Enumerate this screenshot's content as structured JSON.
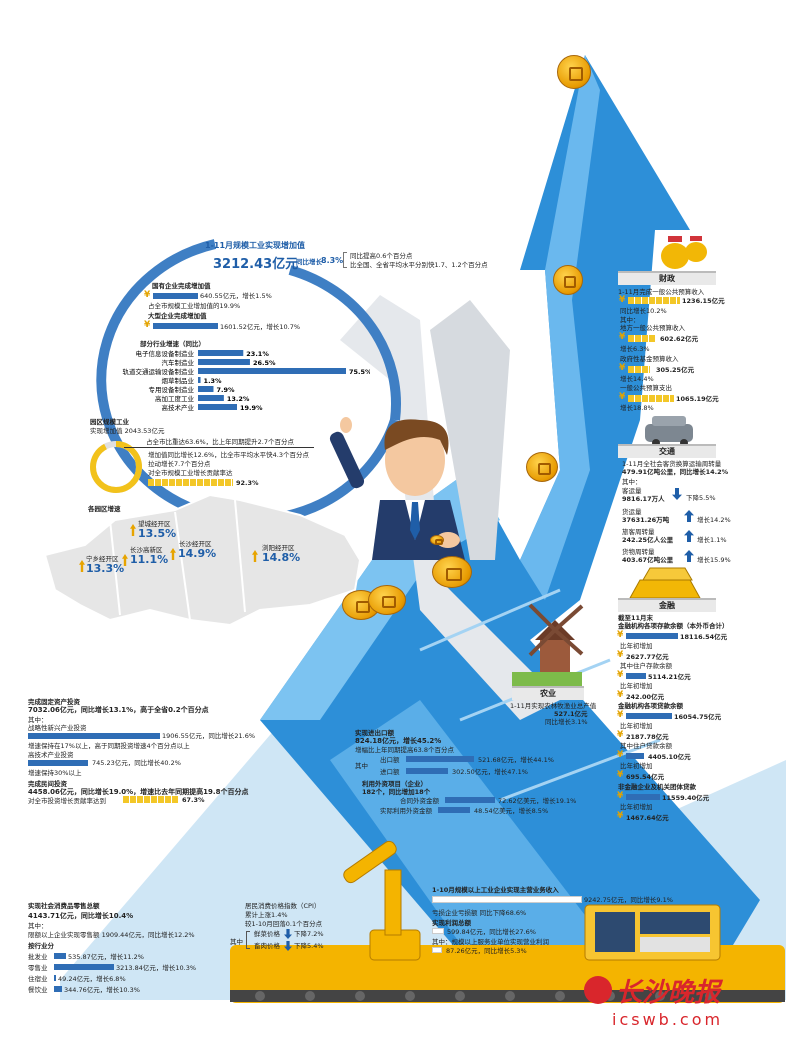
{
  "industry": {
    "title": "1-11月规模工业实现增加值",
    "value": "3212.43亿元",
    "growth_label": "同比增长",
    "growth": "8.3%",
    "note1": "同比提高0.6个百分点",
    "note2": "比全国、全省平均水平分别快1.7、1.2个百分点",
    "state_title": "国有企业完成增加值",
    "state_value": "640.55亿元，增长1.5%",
    "state_share": "占全市规模工业增加值的19.9%",
    "large_title": "大型企业完成增加值",
    "large_value": "1601.52亿元，增长10.7%"
  },
  "sector_chart": {
    "title": "部分行业增速（同比）",
    "rows": [
      {
        "label": "电子信息设备制造业",
        "value": 23.1,
        "text": "23.1%"
      },
      {
        "label": "汽车制造业",
        "value": 26.5,
        "text": "26.5%"
      },
      {
        "label": "轨道交通运输设备制造业",
        "value": 75.5,
        "text": "75.5%"
      },
      {
        "label": "烟草制品业",
        "value": 1.3,
        "text": "1.3%"
      },
      {
        "label": "专用设备制造业",
        "value": 7.9,
        "text": "7.9%"
      },
      {
        "label": "高加工度工业",
        "value": 13.2,
        "text": "13.2%"
      },
      {
        "label": "高技术产业",
        "value": 19.9,
        "text": "19.9%"
      }
    ]
  },
  "park": {
    "title": "园区规模工业",
    "value": "实现增加值 2043.53亿元",
    "share": "占全市比重达63.6%，比上年同期提升2.7个百分点",
    "growth": "增加值同比增长12.6%，比全市平均水平快4.3个百分点",
    "pull": "拉动增长7.7个百分点",
    "contrib_label": "对全市规模工业增长贡献率达",
    "contrib": "92.3%",
    "contrib_value": 92.3
  },
  "zones": {
    "title": "各园区增速",
    "items": [
      {
        "name": "望城经开区",
        "value": "13.5%"
      },
      {
        "name": "长沙高新区",
        "value": "11.1%"
      },
      {
        "name": "长沙经开区",
        "value": "14.9%"
      },
      {
        "name": "浏阳经开区",
        "value": "14.8%"
      },
      {
        "name": "宁乡经开区",
        "value": "13.3%"
      }
    ]
  },
  "finance": {
    "title": "财政",
    "l1": "1-11月完成一般公共预算收入",
    "v1": "1236.15亿元",
    "g1": "同比增长10.2%",
    "l2": "其中：",
    "l3": "地方一般公共预算收入",
    "v3": "602.62亿元",
    "g3": "增长6.3%",
    "l4": "政府性基金预算收入",
    "v4": "305.25亿元",
    "g4": "增长14.4%",
    "l5": "一般公共预算支出",
    "v5": "1065.19亿元",
    "g5": "增长18.8%"
  },
  "traffic": {
    "title": "交通",
    "l1": "1-11月全社会客货换算运输周转量",
    "l2": "479.91亿吨公里，同比增长14.2%",
    "l3": "其中：",
    "items": [
      {
        "label": "客运量",
        "value": "9816.17万人",
        "trend": "下降5.5%"
      },
      {
        "label": "货运量",
        "value": "37631.26万吨",
        "trend": "增长14.2%"
      },
      {
        "label": "旅客周转量",
        "value": "242.25亿人公里",
        "trend": "增长1.1%"
      },
      {
        "label": "货物周转量",
        "value": "403.67亿吨公里",
        "trend": "增长15.9%"
      }
    ]
  },
  "banking": {
    "title": "金融",
    "h1": "截至11月末",
    "h2": "金融机构各项存款余额（本外币合计）",
    "v1": "18116.54亿元",
    "l1": "比年初增加",
    "v2": "2627.77亿元",
    "l2": "其中住户存款余额",
    "v3": "5114.21亿元",
    "l3": "比年初增加",
    "v4": "242.00亿元",
    "h3": "金融机构各项贷款余额",
    "v5": "16054.75亿元",
    "l4": "比年初增加",
    "v6": "2187.78亿元",
    "l5": "其中住户贷款余额",
    "v7": "4405.10亿元",
    "l6": "比年初增加",
    "v8": "695.54亿元",
    "h4": "非金融企业及机关团体贷款",
    "v9": "11559.40亿元",
    "l7": "比年初增加",
    "v10": "1467.64亿元"
  },
  "agri": {
    "title": "农业",
    "l1": "1-11月实现农林牧渔业总产值",
    "v1": "527.1亿元",
    "g1": "同比增长3.1%"
  },
  "invest": {
    "h1": "完成固定资产投资",
    "l1": "7032.06亿元，同比增长13.1%，高于全省0.2个百分点",
    "l2": "其中：",
    "l3": "战略性新兴产业投资",
    "v3": "1906.55亿元，同比增长21.6%",
    "l4": "增速保持在17%以上，高于同期投资增速4个百分点以上",
    "l5": "高技术产业投资",
    "v5": "745.23亿元，同比增长40.2%",
    "l6": "增速保持30%以上",
    "h2": "完成民间投资",
    "l7": "4458.06亿元，同比增长19.0%，增速比去年同期提高19.8个百分点",
    "l8": "对全市投资增长贡献率达到",
    "v8": "67.3%"
  },
  "trade": {
    "h1": "实现进出口额",
    "l1": "824.18亿元，增长45.2%",
    "l2": "增幅比上年同期提高63.8个百分点",
    "l3": "其中",
    "e1": "出口额",
    "ev1": "521.68亿元，增长44.1%",
    "e2": "进口额",
    "ev2": "302.50亿元，增长47.1%",
    "h2": "利用外资项目（企业）",
    "l4": "182个，同比增加18个",
    "c1": "合同外资金额",
    "cv1": "72.62亿美元，增长19.1%",
    "c2": "实际利用外资金额",
    "cv2": "48.54亿美元，增长8.5%"
  },
  "enterprise": {
    "h1": "1-10月规模以上工业企业实现主营业务收入",
    "v1": "9242.75亿元，同比增长9.1%",
    "l1": "亏损企业亏损额 同比下降68.6%",
    "h2": "实现利润总额",
    "v2": "599.84亿元，同比增长27.6%",
    "l2": "其中：规模以上服务业单位实现营业利润",
    "v3": "87.26亿元，同比增长5.3%"
  },
  "retail": {
    "h1": "实现社会消费品零售总额",
    "l1": "4143.71亿元，同比增长10.4%",
    "l2": "其中：",
    "l3": "限额以上企业实现零售额 1909.44亿元，同比增长12.2%",
    "h2": "按行业分",
    "items": [
      {
        "label": "批发业",
        "value": "535.87亿元，增长11.2%"
      },
      {
        "label": "零售业",
        "value": "3213.84亿元，增长10.3%"
      },
      {
        "label": "住宿业",
        "value": "49.24亿元，增长6.8%"
      },
      {
        "label": "餐饮业",
        "value": "344.76亿元，增长10.3%"
      }
    ]
  },
  "cpi": {
    "h1": "居民消费价格指数（CPI）",
    "l1": "累计上涨1.4%",
    "l2": "较1-10月回落0.1个百分点",
    "l3": "其中",
    "i1": "鲜菜价格",
    "t1": "下降7.2%",
    "i2": "畜肉价格",
    "t2": "下降5.4%"
  },
  "brand": {
    "logo": "长沙晚报",
    "url": "icswb.com"
  }
}
